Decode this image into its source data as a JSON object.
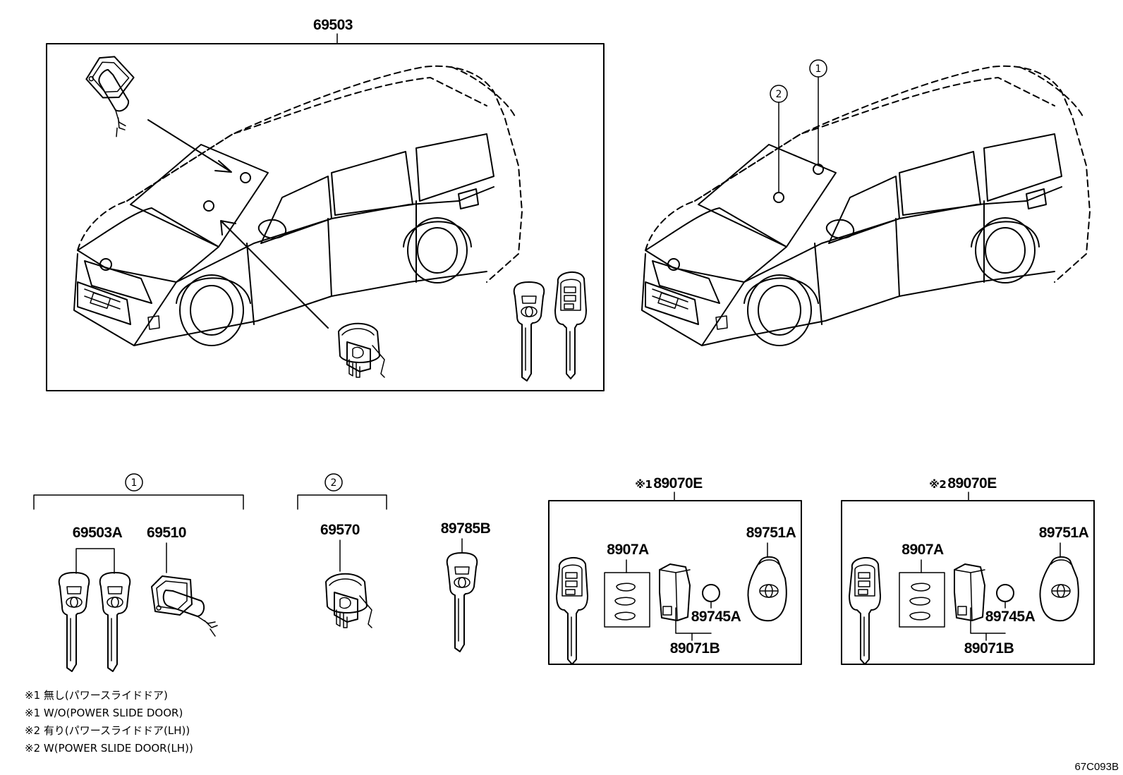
{
  "top_left": {
    "assembly_number": "69503"
  },
  "top_right": {
    "callout_1": "1",
    "callout_2": "2"
  },
  "group_1": {
    "callout": "1",
    "part_a": "69503A",
    "part_b": "69510"
  },
  "group_2": {
    "callout": "2",
    "part": "69570"
  },
  "key_blank": {
    "part": "89785B"
  },
  "kit_1": {
    "mark": "※1",
    "number": "89070E",
    "parts": {
      "pad": "8907A",
      "shell": "89751A",
      "battery": "89745A",
      "unit": "89071B"
    }
  },
  "kit_2": {
    "mark": "※2",
    "number": "89070E",
    "parts": {
      "pad": "8907A",
      "shell": "89751A",
      "battery": "89745A",
      "unit": "89071B"
    }
  },
  "notes": [
    "※1 無し(パワースライドドア)",
    "※1 W/O(POWER SLIDE DOOR)",
    "※2 有り(パワースライドドア(LH))",
    "※2 W(POWER SLIDE DOOR(LH))"
  ],
  "illustration_code": "67C093B",
  "icons": {
    "van": "van-icon",
    "key": "key-icon",
    "remote": "remote-key-icon",
    "cylinder": "lock-cylinder-icon"
  }
}
